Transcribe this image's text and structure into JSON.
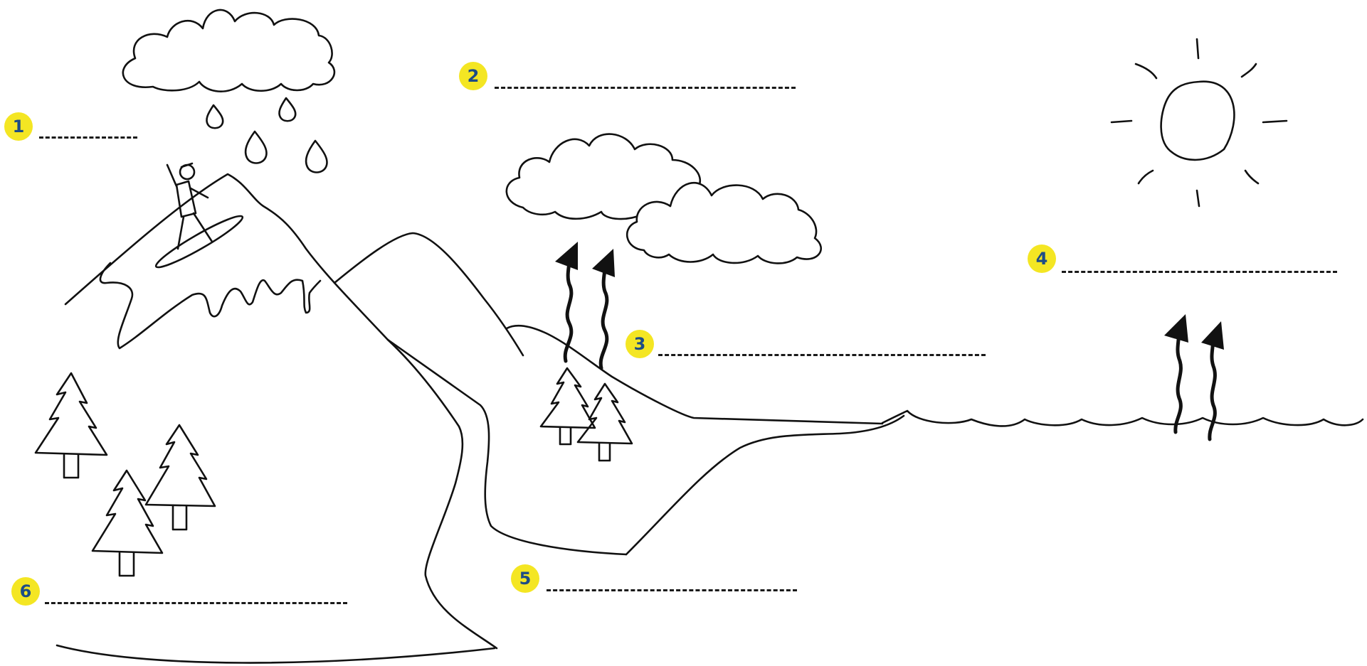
{
  "labels": [
    {
      "number": "1",
      "answer": ""
    },
    {
      "number": "2",
      "answer": ""
    },
    {
      "number": "3",
      "answer": ""
    },
    {
      "number": "4",
      "answer": ""
    },
    {
      "number": "5",
      "answer": ""
    },
    {
      "number": "6",
      "answer": ""
    }
  ],
  "colors": {
    "badge_fill": "#f4e623",
    "badge_text": "#1d4c86",
    "line_ink": "#111111"
  },
  "icons": [
    "cloud-icon",
    "raindrop-icon",
    "sun-icon",
    "snowboarder-icon",
    "pine-tree-icon",
    "vapor-arrow-icon",
    "mountain-icon",
    "lake-icon"
  ]
}
